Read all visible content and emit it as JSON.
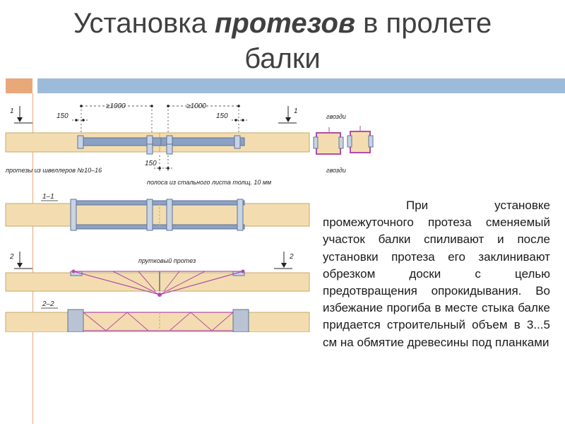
{
  "slide": {
    "title_part1": "Установка ",
    "title_emph": "протезов",
    "title_part2": " в пролете",
    "title_line2": "балки"
  },
  "diagram": {
    "dim_1000_left": "≥1000",
    "dim_1000_right": "≥1000",
    "dim_150_left": "150",
    "dim_150_right": "150",
    "dim_150_bottom": "150",
    "section_mark_1": "1",
    "section_1_1": "1–1",
    "label_channels": "протезы из швеллеров №10–16",
    "label_strip": "полоса из стального листа толщ. 10 мм",
    "label_nails_top": "гвозди",
    "label_nails_bottom": "гвозди",
    "section_mark_2": "2",
    "section_2_2": "2–2",
    "label_rod": "прутковый протез",
    "colors": {
      "wood": "#f3ddb0",
      "wood_edge": "#c9a86a",
      "steel": "#8da2c2",
      "steel_light": "#c8d3e6",
      "rod": "#b04da8"
    }
  },
  "text": {
    "paragraph": "При установке промежуточного протеза сменяемый участок балки спиливают и после установки протеза его заклинивают обрезком доски с целью предотвращения опрокидывания. Во избежание прогиба в месте стыка балке придается строительный объем в 3...5 см на обмятие древесины под планками"
  }
}
